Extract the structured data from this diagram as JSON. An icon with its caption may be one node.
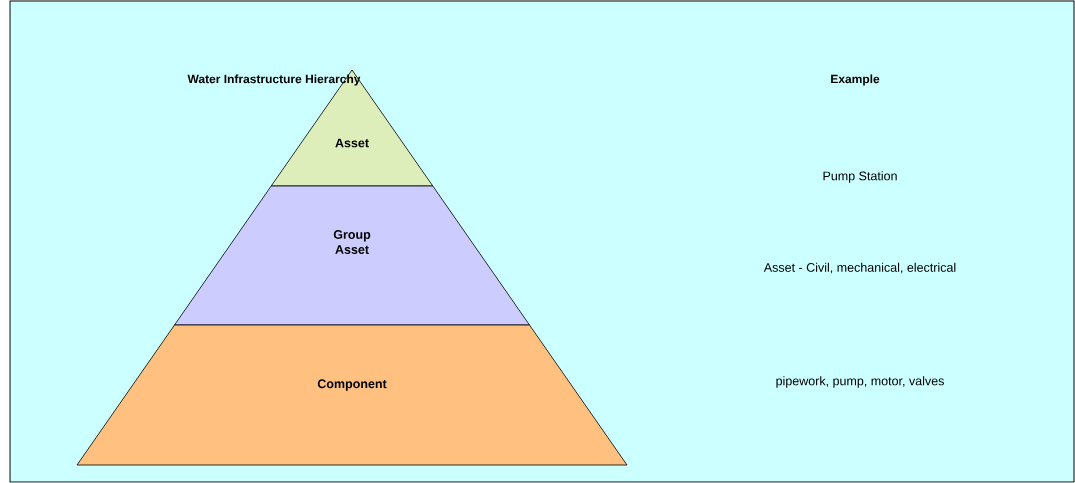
{
  "diagram": {
    "title": "Water Infrastructure Hierarchy",
    "nodes": [
      {
        "text": [
          "Asset"
        ]
      },
      {
        "text": [
          "Group Asset"
        ]
      },
      {
        "text": [
          "Component"
        ]
      }
    ],
    "labels": [
      "Example",
      "Pump Station",
      "Asset - Civil, mechanical, electrical",
      "pipework, pump, motor, valves"
    ]
  }
}
